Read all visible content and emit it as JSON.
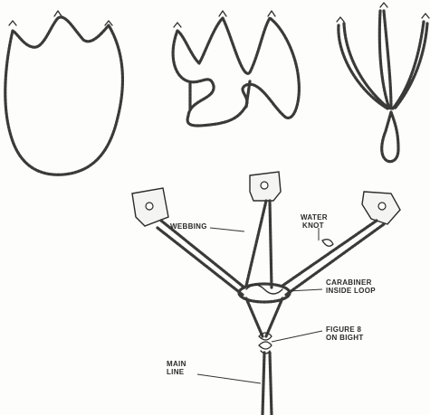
{
  "labels": {
    "webbing": "WEBBING",
    "water_knot_line1": "WATER",
    "water_knot_line2": "KNOT",
    "carabiner_line1": "CARABINER",
    "carabiner_line2": "INSIDE LOOP",
    "figure8_line1": "FIGURE 8",
    "figure8_line2": "ON BIGHT",
    "main_line_line1": "MAIN",
    "main_line_line2": "LINE"
  },
  "colors": {
    "ink": "#2e2e2e",
    "paper": "#fdfdfc"
  }
}
